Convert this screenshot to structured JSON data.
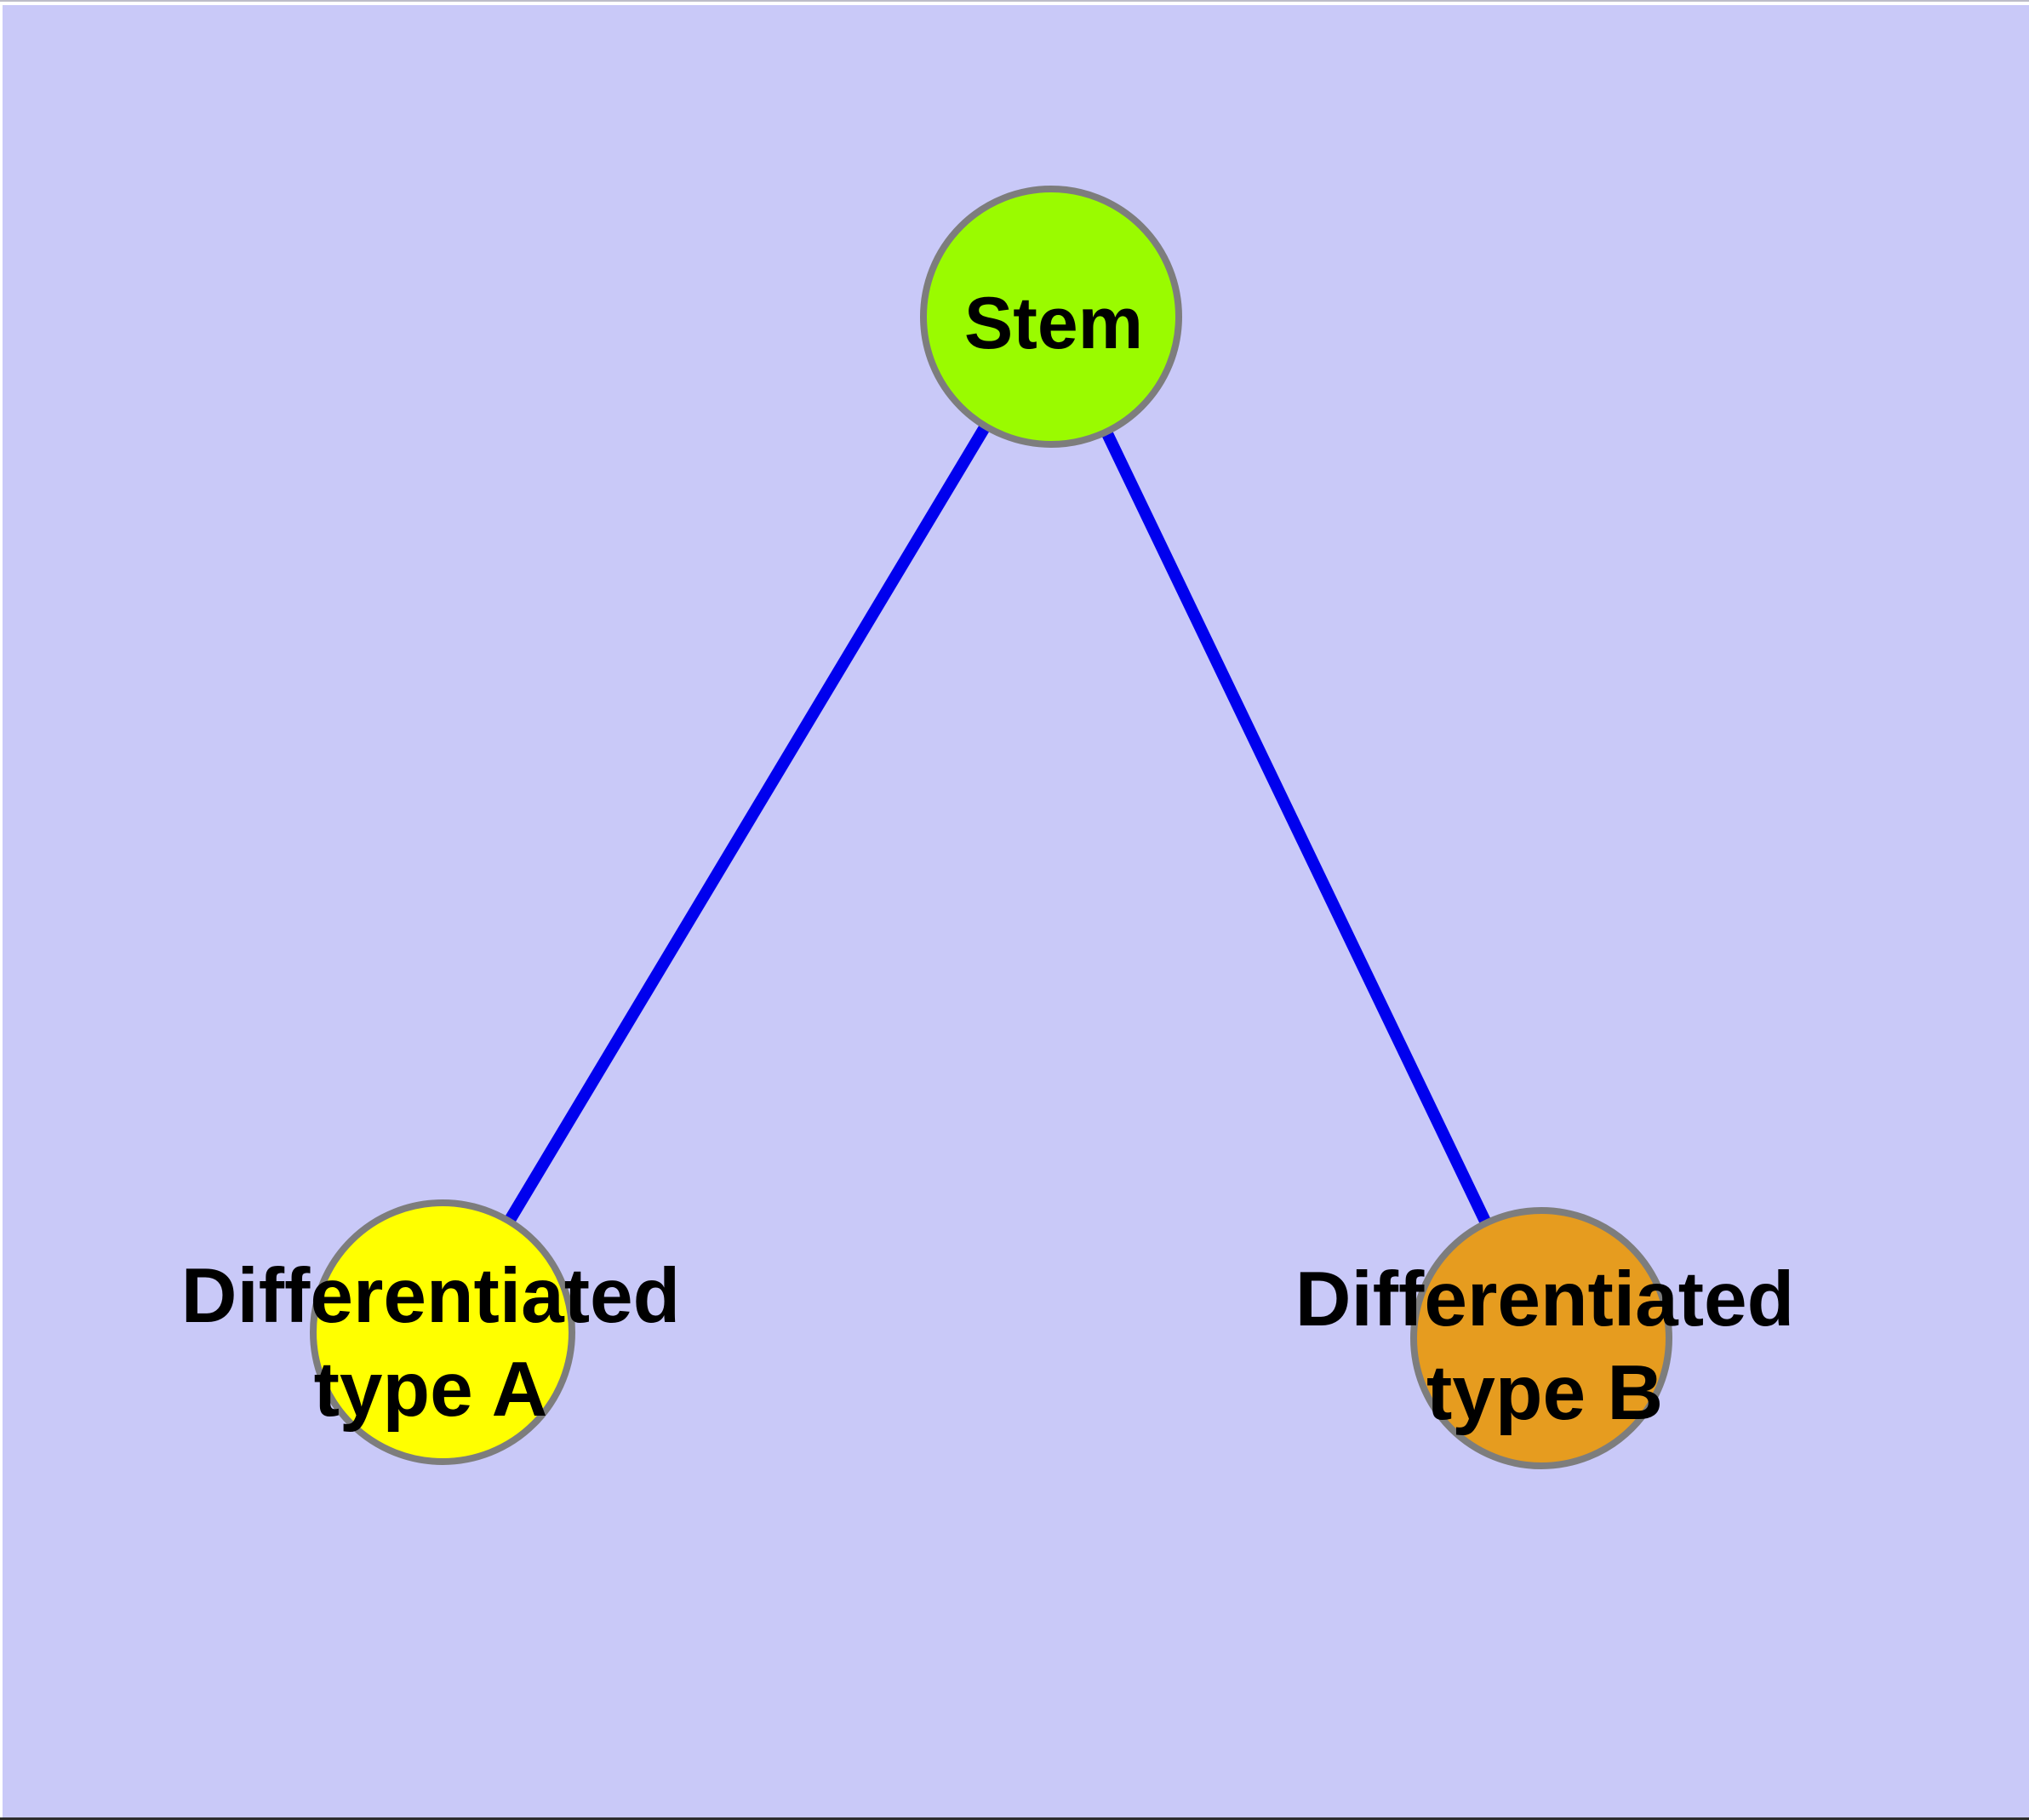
{
  "diagram": {
    "type": "graph",
    "background_color": "#c9c9f8",
    "frame": {
      "margin_color": "#ffffff",
      "top_hairline_color": "#bdbdc8",
      "bottom_line_color": "#2e2e2e"
    },
    "edge_color": "#0000ee",
    "node_border_color": "#7d7d7d",
    "nodes": [
      {
        "id": "stem",
        "label": "Stem",
        "fill_color": "#9afb00"
      },
      {
        "id": "differentiated-type-a",
        "label_line1": "Differentiated",
        "label_line2": "type A",
        "fill_color": "#ffff00"
      },
      {
        "id": "differentiated-type-b",
        "label_line1": "Differentiated",
        "label_line2": "type B",
        "fill_color": "#e69c1f"
      }
    ],
    "edges": [
      {
        "from": "Stem",
        "to": "Differentiated type A"
      },
      {
        "from": "Stem",
        "to": "Differentiated type B"
      }
    ]
  }
}
